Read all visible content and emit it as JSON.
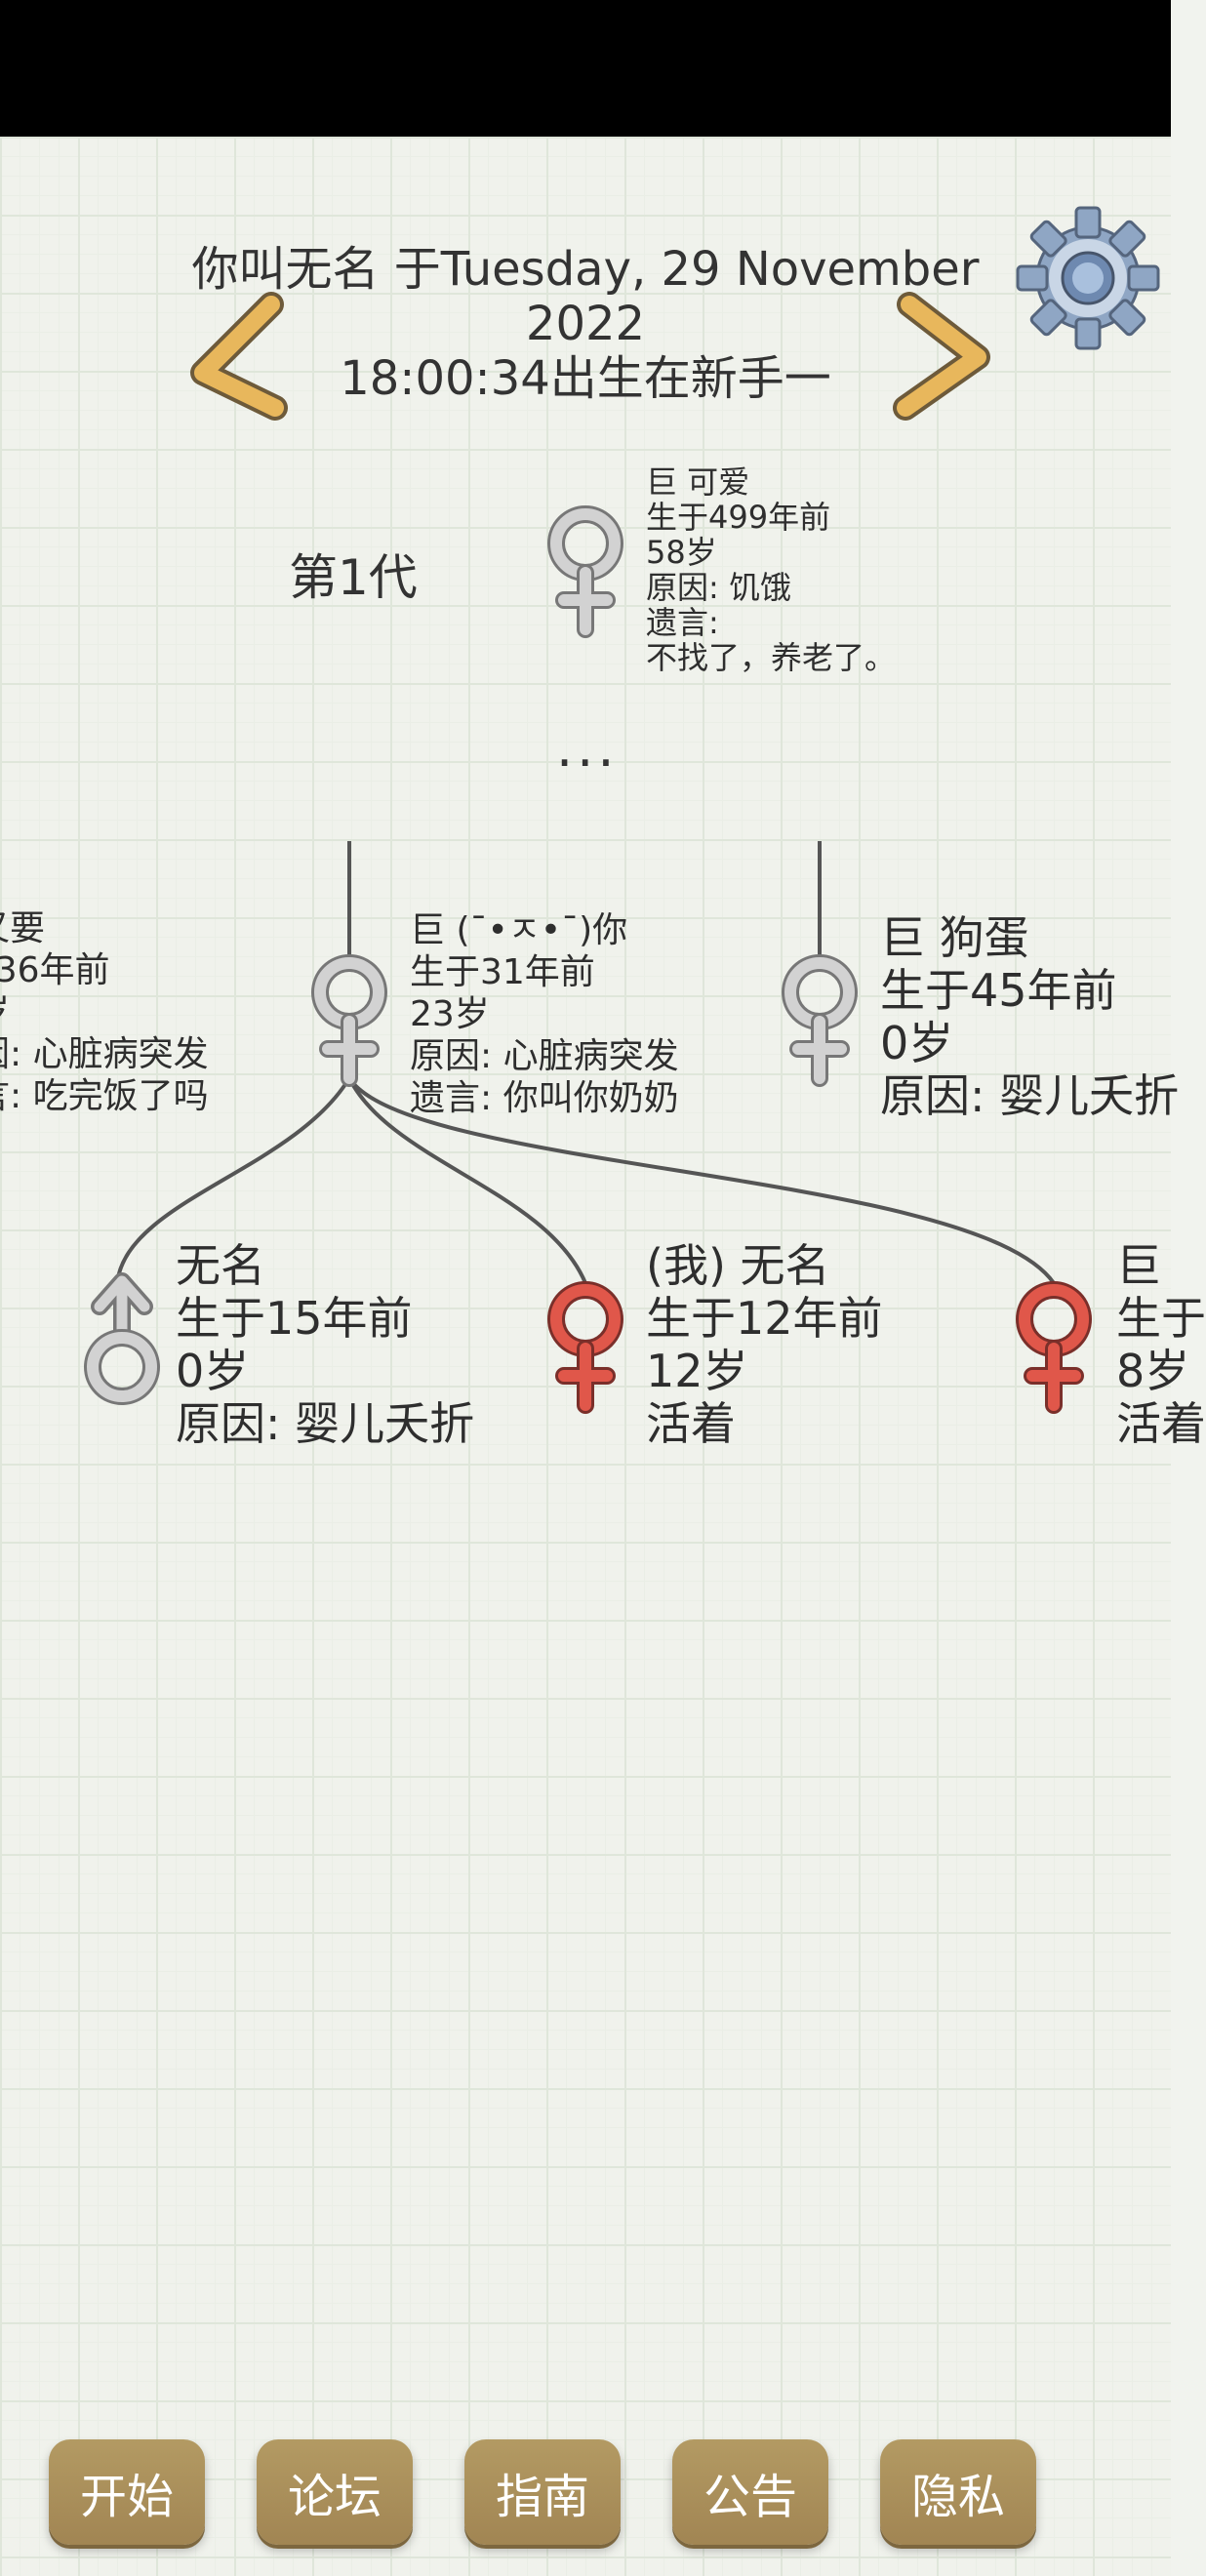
{
  "header": {
    "line1": "你叫无名 于Tuesday, 29 November 2022",
    "line2": "18:00:34出生在新手一"
  },
  "icons": {
    "prev": "chevron-left-icon",
    "next": "chevron-right-icon",
    "settings": "gear-icon",
    "female": "venus-icon",
    "male": "mars-icon"
  },
  "colors": {
    "deceased": "#c7c7c7",
    "alive": "#e0574a",
    "button": "#a98c57"
  },
  "generation": {
    "label": "第1代"
  },
  "ancestor": {
    "name": "巨 可爱",
    "born": "生于499年前",
    "age": "58岁",
    "cause": "原因: 饥饿",
    "will_label": "遗言:",
    "will": "不找了，养老了。"
  },
  "ellipsis": "...",
  "parents": [
    {
      "name": "又要",
      "born": "F36年前",
      "age": "岁",
      "cause": "因: 心脏病突发",
      "will": "言: 吃完饭了吗"
    },
    {
      "name": "巨 (¯•ㅈ•¯)你",
      "born": "生于31年前",
      "age": "23岁",
      "cause": "原因: 心脏病突发",
      "will": "遗言: 你叫你奶奶"
    },
    {
      "name": "巨 狗蛋",
      "born": "生于45年前",
      "age": "0岁",
      "cause": "原因: 婴儿夭折"
    }
  ],
  "children": [
    {
      "name": "无名",
      "born": "生于15年前",
      "age": "0岁",
      "status": "原因: 婴儿夭折"
    },
    {
      "name": "(我) 无名",
      "born": "生于12年前",
      "age": "12岁",
      "status": "活着"
    },
    {
      "name": "巨",
      "born": "生于",
      "age": "8岁",
      "status": "活着"
    }
  ],
  "buttons": {
    "start": "开始",
    "forum": "论坛",
    "guide": "指南",
    "notice": "公告",
    "privacy": "隐私"
  }
}
